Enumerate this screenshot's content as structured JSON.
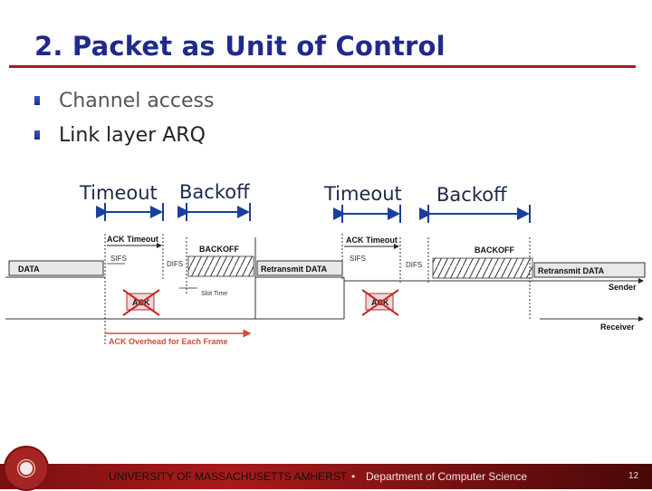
{
  "slide": {
    "title": "2. Packet as Unit of Control",
    "bullets": [
      {
        "label": "Channel access"
      },
      {
        "label": "Link layer ARQ"
      }
    ]
  },
  "headers": {
    "left_timeout": "Timeout",
    "left_backoff": "Backoff",
    "right_timeout": "Timeout",
    "right_backoff": "Backoff"
  },
  "diagram": {
    "left": {
      "ack_timeout": "ACK Timeout",
      "backoff": "BACKOFF",
      "sifs": "SIFS",
      "difs": "DIFS",
      "data": "DATA",
      "retransmit": "Retransmit DATA",
      "ack": "ACK",
      "slot_time": "Slot Time",
      "overhead": "ACK Overhead for Each Frame"
    },
    "right": {
      "ack_timeout": "ACK Timeout",
      "backoff": "BACKOFF",
      "sifs": "SIFS",
      "difs": "DIFS",
      "retransmit": "Retransmit DATA",
      "ack": "ACK",
      "sender": "Sender",
      "receiver": "Receiver"
    }
  },
  "footer": {
    "university": "UNIVERSITY OF MASSACHUSETTS AMHERST",
    "separator": "•",
    "department": "Department of Computer Science",
    "page": "12"
  },
  "colors": {
    "title": "#1f2a8c",
    "rule": "#b01818",
    "arrow_blue": "#1a3f9c",
    "cross_red": "#c22a2a",
    "overhead_red": "#d24a3a"
  }
}
